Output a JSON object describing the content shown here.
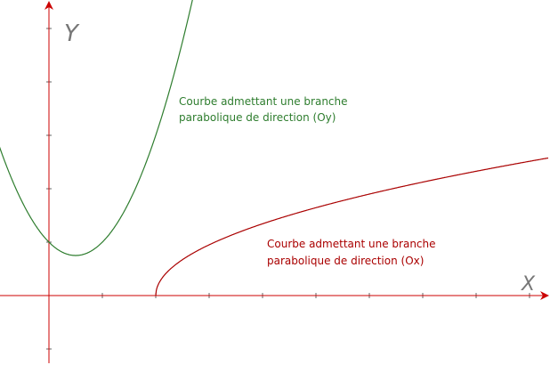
{
  "axes": {
    "x_label": "X",
    "y_label": "Y",
    "axis_color": "#cc0000",
    "x_range": [
      -0.9,
      9.3
    ],
    "y_range": [
      -1.3,
      5.5
    ],
    "tick_step": 1
  },
  "curves": [
    {
      "name": "green-parabola",
      "color": "#2e7d2e",
      "annotation_lines": [
        "Courbe admettant une branche",
        "parabolique de direction (Oy)"
      ],
      "direction": "Oy"
    },
    {
      "name": "red-sqrt",
      "color": "#aa0000",
      "annotation_lines": [
        "Courbe admettant une branche",
        "parabolique de direction (Ox)"
      ],
      "direction": "Ox"
    }
  ]
}
